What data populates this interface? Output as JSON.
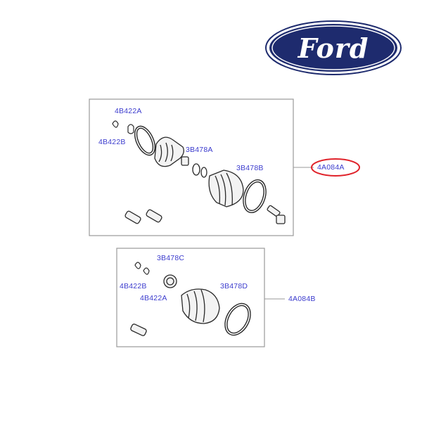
{
  "logo": {
    "text": "Ford",
    "color": "#1e2b6e"
  },
  "colors": {
    "label": "#3a3acd",
    "highlight": "#e0222a",
    "line": "#9a9a9a",
    "part": "#2a2a2a"
  },
  "upper_assembly": {
    "code": "4A084A",
    "highlighted": true,
    "labels": {
      "clamp_a": "4B422A",
      "clamp_b": "4B422B",
      "boot_inner": "3B478A",
      "boot_outer": "3B478B"
    }
  },
  "lower_assembly": {
    "code": "4A084B",
    "highlighted": false,
    "labels": {
      "boot_c": "3B478C",
      "clamp_b": "4B422B",
      "clamp_a": "4B422A",
      "boot_d": "3B478D"
    }
  }
}
